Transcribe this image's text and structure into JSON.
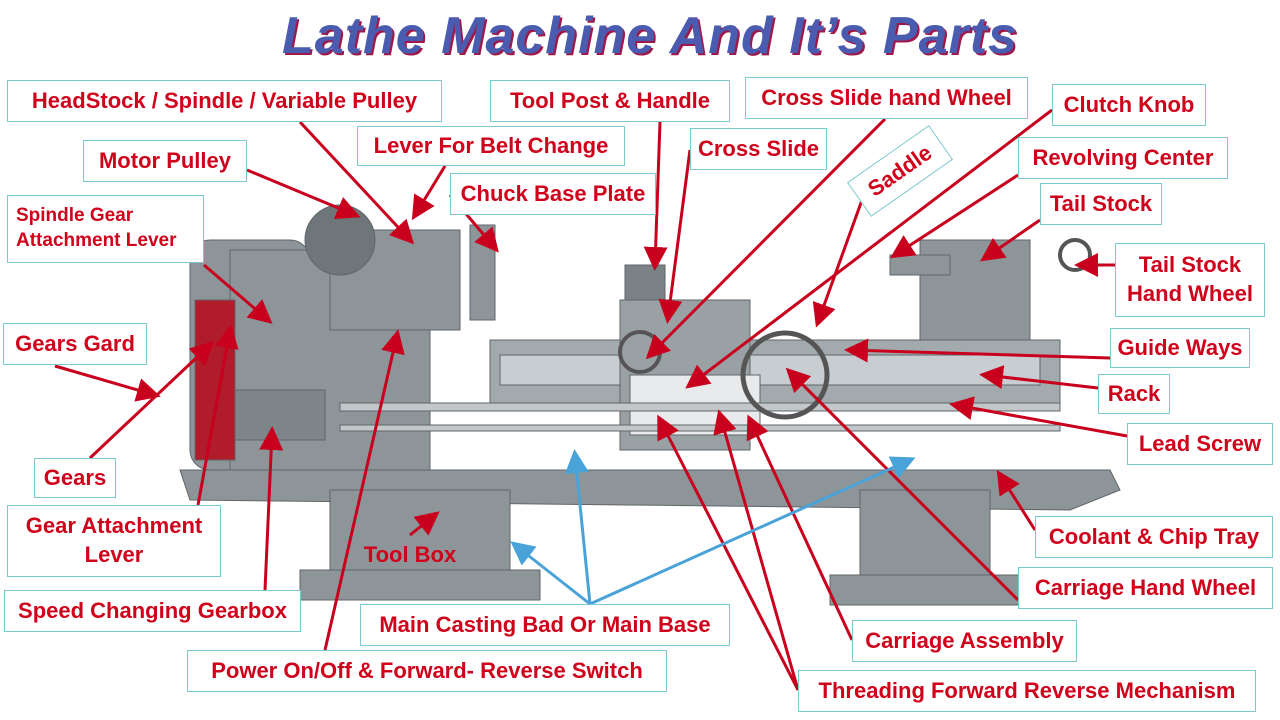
{
  "title": "Lathe Machine And It’s Parts",
  "labels": {
    "headstock": "HeadStock / Spindle / Variable Pulley",
    "tool_post": "Tool Post & Handle",
    "cross_slide_wheel": "Cross Slide hand Wheel",
    "clutch_knob": "Clutch Knob",
    "lever_belt": "Lever For Belt Change",
    "cross_slide": "Cross Slide",
    "motor_pulley": "Motor Pulley",
    "saddle": "Saddle",
    "revolving_center": "Revolving Center",
    "chuck_base": "Chuck Base Plate",
    "spindle_gear_lever_1": "Spindle Gear",
    "spindle_gear_lever_2": "Attachment Lever",
    "tail_stock": "Tail Stock",
    "tail_stock_wheel_1": "Tail Stock",
    "tail_stock_wheel_2": "Hand Wheel",
    "gears_gard": "Gears Gard",
    "guide_ways": "Guide Ways",
    "rack": "Rack",
    "lead_screw": "Lead Screw",
    "gears": "Gears",
    "gear_lever_1": "Gear Attachment",
    "gear_lever_2": "Lever",
    "coolant_tray": "Coolant & Chip Tray",
    "tool_box": "Tool Box",
    "carriage_wheel": "Carriage Hand Wheel",
    "speed_gearbox": "Speed Changing Gearbox",
    "main_base": "Main Casting Bad Or Main Base",
    "carriage_assembly": "Carriage Assembly",
    "power_switch": "Power On/Off & Forward- Reverse Switch",
    "threading": "Threading Forward Reverse Mechanism"
  },
  "colors": {
    "label_text": "#d0021b",
    "title": "#4a5cb0",
    "arrow": "#c8001e",
    "base_arrow": "#4aa3d8",
    "machine": "#8e9599"
  }
}
